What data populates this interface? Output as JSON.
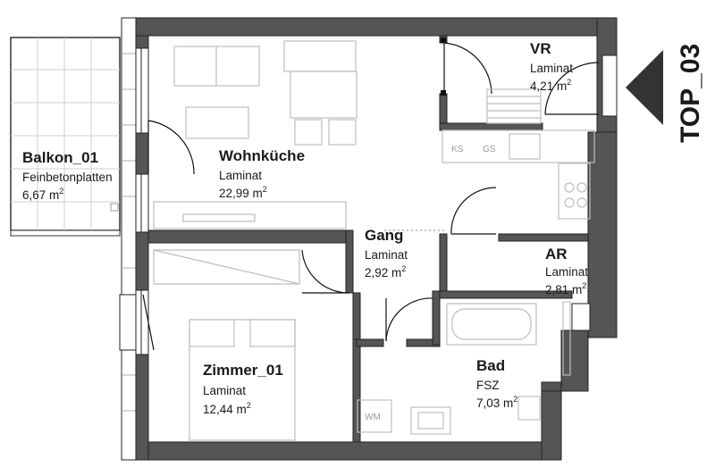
{
  "unit_label": "TOP_03",
  "rooms": {
    "balkon": {
      "name": "Balkon_01",
      "material": "Feinbetonplatten",
      "area": "6,67 m",
      "sup": "2"
    },
    "wohnkueche": {
      "name": "Wohnküche",
      "material": "Laminat",
      "area": "22,99 m",
      "sup": "2"
    },
    "vr": {
      "name": "VR",
      "material": "Laminat",
      "area": "4,21 m",
      "sup": "2"
    },
    "gang": {
      "name": "Gang",
      "material": "Laminat",
      "area": "2,92 m",
      "sup": "2"
    },
    "ar": {
      "name": "AR",
      "material": "Laminat",
      "area": "2,81 m",
      "sup": "2"
    },
    "zimmer": {
      "name": "Zimmer_01",
      "material": "Laminat",
      "area": "12,44 m",
      "sup": "2"
    },
    "bad": {
      "name": "Bad",
      "material": "FSZ",
      "area": "7,03 m",
      "sup": "2"
    }
  },
  "fixtures": {
    "ks": "KS",
    "gs": "GS",
    "wm": "WM"
  }
}
